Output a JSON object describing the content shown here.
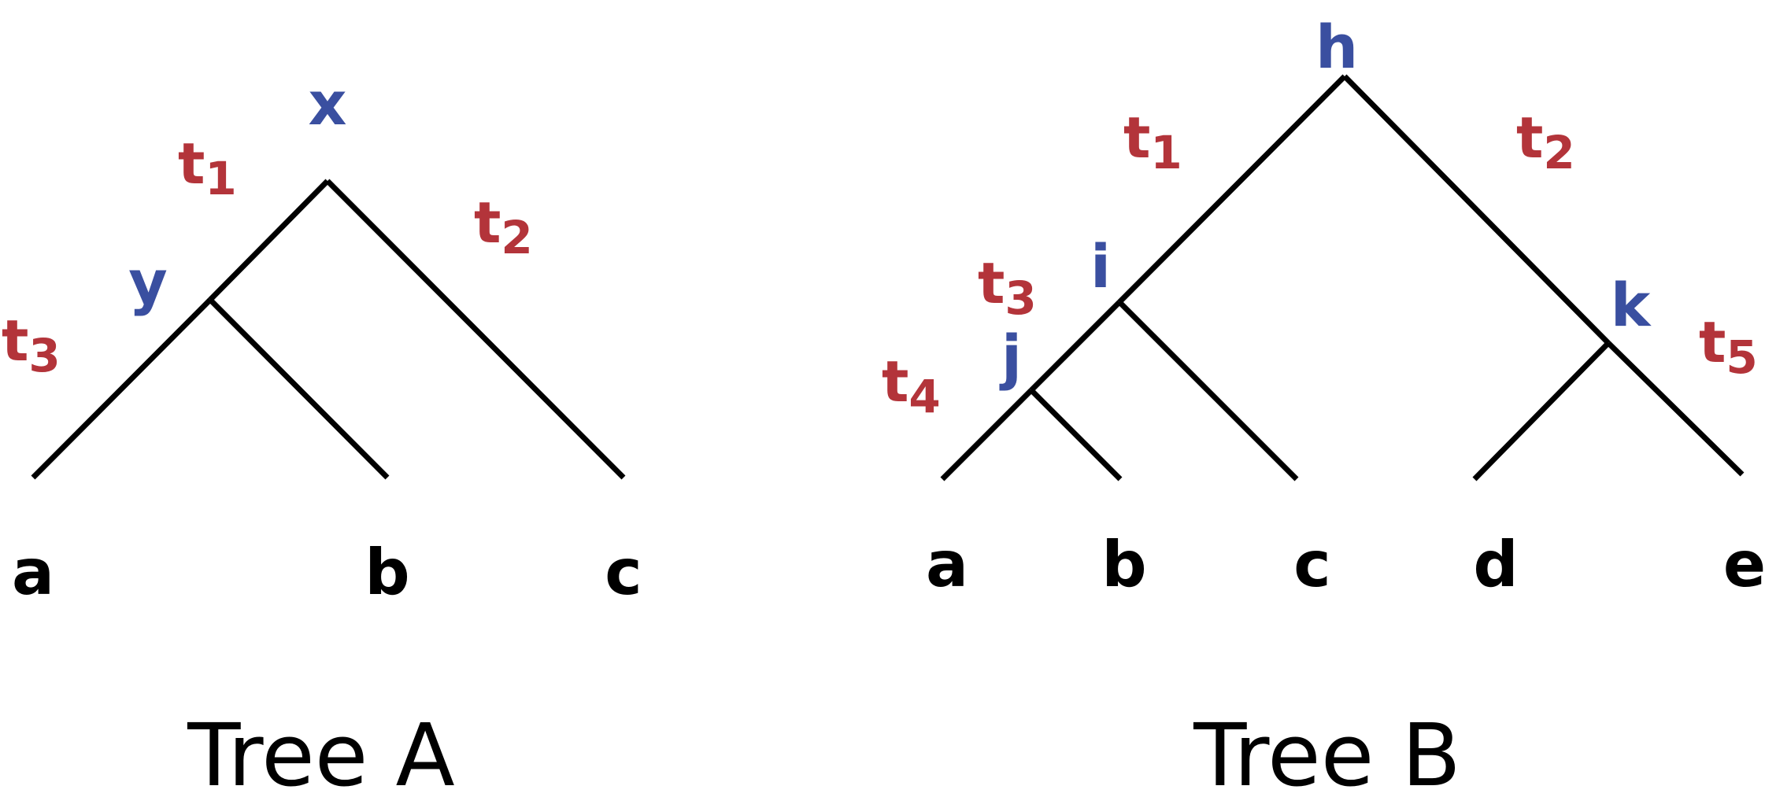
{
  "colors": {
    "edge": "#000000",
    "leaf": "#000000",
    "internal_node": "#3a4fa0",
    "time": "#b3343a",
    "title": "#000000"
  },
  "tree_a": {
    "title": "Tree A",
    "leaves": {
      "a": "a",
      "b": "b",
      "c": "c"
    },
    "nodes": {
      "x": "x",
      "y": "y"
    },
    "times": {
      "t1": {
        "base": "t",
        "sub": "1"
      },
      "t2": {
        "base": "t",
        "sub": "2"
      },
      "t3": {
        "base": "t",
        "sub": "3"
      }
    }
  },
  "tree_b": {
    "title": "Tree B",
    "leaves": {
      "a": "a",
      "b": "b",
      "c": "c",
      "d": "d",
      "e": "e"
    },
    "nodes": {
      "h": "h",
      "i": "i",
      "j": "j",
      "k": "k"
    },
    "times": {
      "t1": {
        "base": "t",
        "sub": "1"
      },
      "t2": {
        "base": "t",
        "sub": "2"
      },
      "t3": {
        "base": "t",
        "sub": "3"
      },
      "t4": {
        "base": "t",
        "sub": "4"
      },
      "t5": {
        "base": "t",
        "sub": "5"
      }
    }
  }
}
